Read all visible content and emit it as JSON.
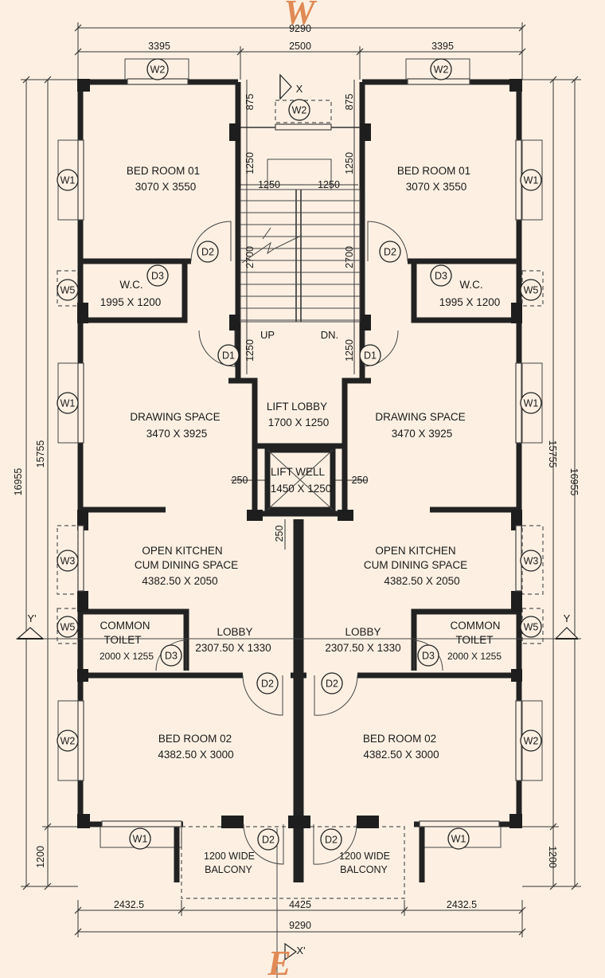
{
  "compass": {
    "top": "W",
    "bottom": "E"
  },
  "dimensions": {
    "overall_top": "9290",
    "overall_bottom": "9290",
    "top_left": "3395",
    "top_mid": "2500",
    "top_right": "3395",
    "bottom_left": "2432.5",
    "bottom_mid": "4425",
    "bottom_right": "2432.5",
    "side_inner": "15755",
    "side_outer": "16955",
    "side_balcony": "1200",
    "stair_875": "875",
    "stair_1250": "1250",
    "stair_2700": "2700",
    "lift_250": "250"
  },
  "rooms": {
    "bed1_name": "BED ROOM 01",
    "bed1_size": "3070 X 3550",
    "wc_name": "W.C.",
    "wc_size": "1995 X 1200",
    "drawing_name": "DRAWING SPACE",
    "drawing_size": "3470 X 3925",
    "kitchen_l1": "OPEN KITCHEN",
    "kitchen_l2": "CUM DINING SPACE",
    "kitchen_size": "4382.50 X 2050",
    "toilet_l1": "COMMON",
    "toilet_l2": "TOILET",
    "toilet_size": "2000 X 1255",
    "lobby_name": "LOBBY",
    "lobby_size": "2307.50 X 1330",
    "bed2_name": "BED ROOM 02",
    "bed2_size": "4382.50 X 3000",
    "balcony_l1": "1200 WIDE",
    "balcony_l2": "BALCONY",
    "lift_lobby_name": "LIFT LOBBY",
    "lift_lobby_size": "1700 X 1250",
    "lift_well_name": "LIFT WELL",
    "lift_well_size": "1450 X 1250"
  },
  "stairs": {
    "up": "UP",
    "down": "DN."
  },
  "tags": {
    "w1": "W1",
    "w2": "W2",
    "w3": "W3",
    "w5": "W5",
    "d1": "D1",
    "d2": "D2",
    "d3": "D3"
  },
  "sections": {
    "x": "X",
    "x_prime": "X'",
    "y": "Y",
    "y_prime": "Y'"
  }
}
